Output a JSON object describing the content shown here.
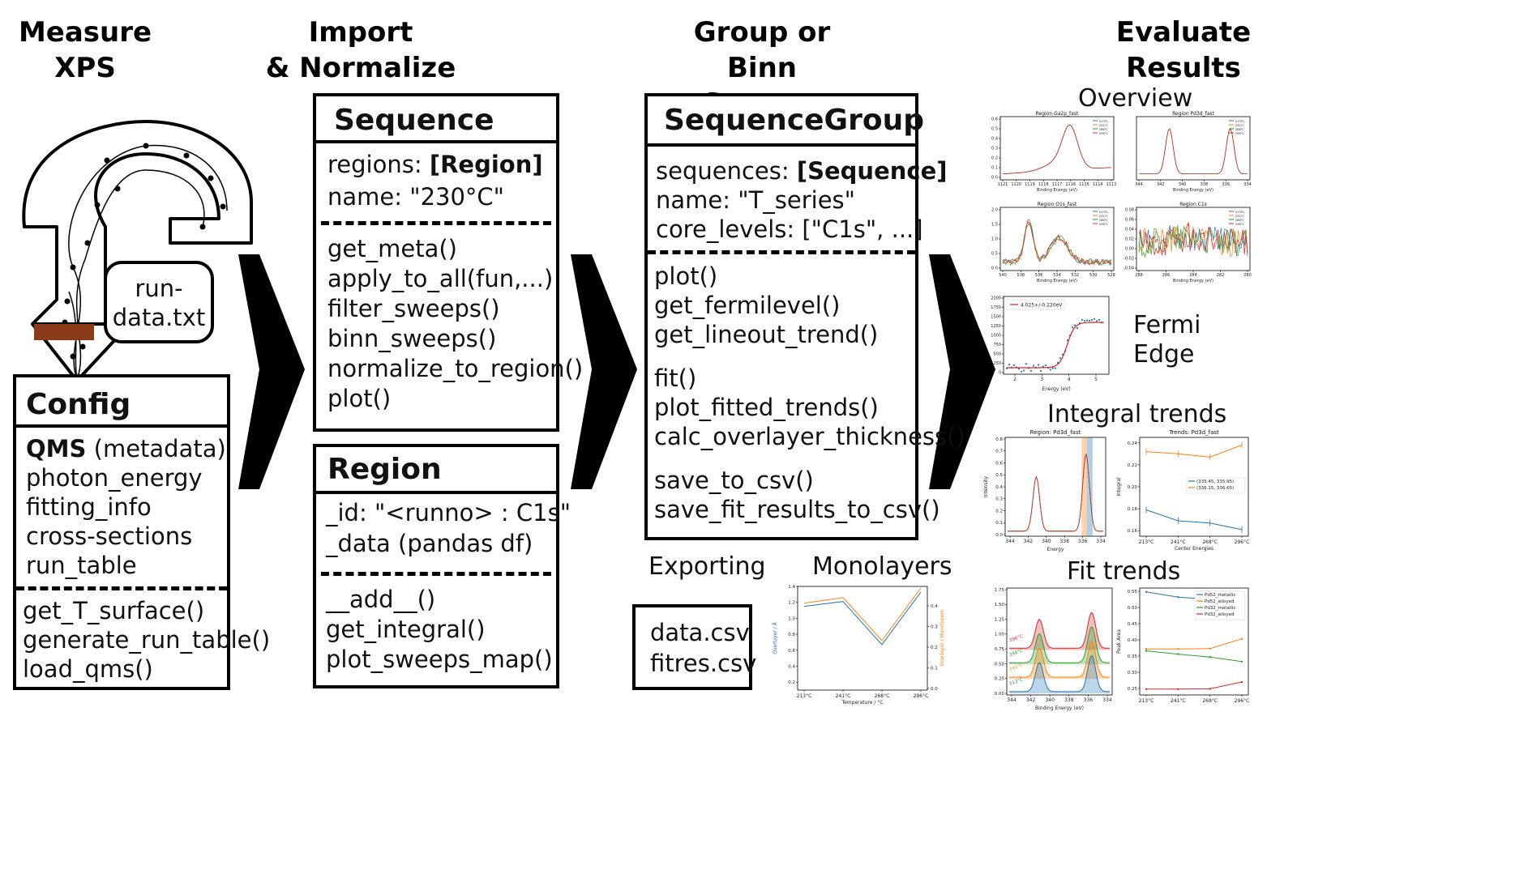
{
  "stages": {
    "measure": [
      "Measure",
      "XPS"
    ],
    "import": [
      "Import",
      "& Normalize"
    ],
    "group": [
      "Group or",
      "Binn Sweeps"
    ],
    "evaluate": [
      "Evaluate",
      "Results"
    ]
  },
  "run_file": [
    "run-",
    "data.txt"
  ],
  "config": {
    "title": "Config",
    "attrs": [
      {
        "bold": "QMS",
        "rest": " (metadata)"
      },
      {
        "bold": "",
        "rest": "photon_energy"
      },
      {
        "bold": "",
        "rest": "fitting_info"
      },
      {
        "bold": "",
        "rest": "cross-sections"
      },
      {
        "bold": "",
        "rest": "run_table"
      }
    ],
    "methods": [
      "get_T_surface()",
      "generate_run_table()",
      "load_qms()"
    ]
  },
  "sequence": {
    "title": "Sequence",
    "attrs": [
      {
        "label": "regions: ",
        "bold": "[Region]"
      },
      {
        "label": "name: \"230°C\"",
        "bold": ""
      }
    ],
    "methods": [
      "get_meta()",
      "apply_to_all(fun,...)",
      "filter_sweeps()",
      "binn_sweeps()",
      "normalize_to_region()",
      "plot()"
    ]
  },
  "region": {
    "title": "Region",
    "attrs": [
      "_id: \"<runno> : C1s\"",
      "_data (pandas df)"
    ],
    "methods": [
      "__add__()",
      "get_integral()",
      "plot_sweeps_map()"
    ]
  },
  "sequence_group": {
    "title": "SequenceGroup",
    "attrs": [
      {
        "label": "sequences: ",
        "bold": "[Sequence]"
      },
      {
        "label": "name: \"T_series\"",
        "bold": ""
      },
      {
        "label": "core_levels: [\"C1s\", ...]",
        "bold": ""
      }
    ],
    "methods_a": [
      "plot()",
      "get_fermilevel()",
      "get_lineout_trend()"
    ],
    "methods_b": [
      "fit()",
      "plot_fitted_trends()",
      "calc_overlayer_thickness()"
    ],
    "methods_c": [
      "save_to_csv()",
      "save_fit_results_to_csv()"
    ]
  },
  "exporting": {
    "title": "Exporting",
    "files": [
      "data.csv",
      "fitres.csv"
    ]
  },
  "results": {
    "overview": "Overview",
    "fermi": [
      "Fermi",
      "Edge"
    ],
    "integral": "Integral trends",
    "fit": "Fit trends",
    "monolayers": "Monolayers"
  },
  "overview_panels": [
    {
      "title": "Region Ga2p_fast",
      "xticks": [
        "1121",
        "1120",
        "1119",
        "1118",
        "1117",
        "1116",
        "1115",
        "1114",
        "1113"
      ],
      "yticks": [
        "0.0",
        "0.1",
        "0.2",
        "0.3",
        "0.4",
        "0.5",
        "0.6"
      ],
      "xlabel": "Binding Energy (eV)"
    },
    {
      "title": "Region Pd3d_fast",
      "xticks": [
        "344",
        "342",
        "340",
        "338",
        "336",
        "334"
      ],
      "yticks": [],
      "xlabel": "Binding Energy (eV)"
    },
    {
      "title": "Region O1s_fast",
      "xticks": [
        "540",
        "538",
        "536",
        "534",
        "532",
        "530",
        "528"
      ],
      "yticks": [
        "0.0",
        "0.5",
        "1.0",
        "1.5",
        "2.0"
      ],
      "xlabel": "Binding Energy (eV)"
    },
    {
      "title": "Region C1s",
      "xticks": [
        "288",
        "286",
        "284",
        "282",
        "280"
      ],
      "yticks": [
        "-0.04",
        "-0.02",
        "0.00",
        "0.02",
        "0.04",
        "0.06",
        "0.08"
      ],
      "xlabel": "Binding Energy (eV)"
    }
  ],
  "overview_legend": [
    "213°C",
    "241°C",
    "268°C",
    "296°C"
  ],
  "fermi_chart": {
    "legend": "4.025+/-0.220eV",
    "xlabel": "Energy (eV)",
    "xticks": [
      "2",
      "3",
      "4",
      "5"
    ],
    "yticks": [
      "0",
      "250",
      "500",
      "750",
      "1000",
      "1250",
      "1500",
      "1750",
      "2000"
    ]
  },
  "integral_left": {
    "title": "Region: Pd3d_fast",
    "xlabel": "Energy",
    "ylabel": "Intensity",
    "xticks": [
      "344",
      "342",
      "340",
      "338",
      "336",
      "334"
    ],
    "yticks": [
      "0.0",
      "0.1",
      "0.2",
      "0.3",
      "0.4",
      "0.5",
      "0.6",
      "0.7",
      "0.8"
    ]
  },
  "chart_data": [
    {
      "type": "line",
      "title": "Trends: Pd3d_fast",
      "xlabel": "Center Energies",
      "ylabel": "Integral",
      "categories": [
        "213°C",
        "241°C",
        "268°C",
        "296°C"
      ],
      "yticks": [
        "0.16",
        "0.18",
        "0.20",
        "0.22",
        "0.24"
      ],
      "ylim": [
        0.155,
        0.245
      ],
      "series": [
        {
          "name": "(335.45, 335.95)",
          "values": [
            0.179,
            0.169,
            0.167,
            0.161
          ],
          "color": "#1f77b4"
        },
        {
          "name": "(336.15, 336.65)",
          "values": [
            0.232,
            0.23,
            0.227,
            0.238
          ],
          "color": "#ff7f0e"
        }
      ]
    },
    {
      "type": "line",
      "title": "",
      "xlabel": "Temperature / °C",
      "ylabel": "Overlayer / Å",
      "ylabel2": "Overlayer / Monolayers",
      "categories": [
        "213°C",
        "241°C",
        "268°C",
        "296°C"
      ],
      "yticks": [
        "0.2",
        "0.4",
        "0.6",
        "0.8",
        "1.0",
        "1.2",
        "1.4"
      ],
      "yticks2": [
        "0.0",
        "0.1",
        "0.2",
        "0.3",
        "0.4"
      ],
      "ylim": [
        0.1,
        1.4
      ],
      "series": [
        {
          "name": "",
          "values": [
            1.15,
            1.21,
            0.67,
            1.33
          ],
          "color": "#1f77b4"
        },
        {
          "name": "",
          "values": [
            1.19,
            1.26,
            0.72,
            1.38
          ],
          "color": "#ff7f0e"
        }
      ]
    },
    {
      "type": "line",
      "title": "",
      "xlabel": "",
      "ylabel": "Peak Area",
      "categories": [
        "213°C",
        "241°C",
        "268°C",
        "296°C"
      ],
      "yticks": [
        "0.25",
        "0.30",
        "0.35",
        "0.40",
        "0.45",
        "0.50",
        "0.55"
      ],
      "ylim": [
        0.23,
        0.56
      ],
      "series": [
        {
          "name": "Pd52_metallic",
          "values": [
            0.548,
            0.532,
            0.525,
            0.512
          ],
          "color": "#1f77b4"
        },
        {
          "name": "Pd52_alloyed",
          "values": [
            0.372,
            0.372,
            0.373,
            0.403
          ],
          "color": "#ff7f0e"
        },
        {
          "name": "Pd32_metallic",
          "values": [
            0.366,
            0.356,
            0.347,
            0.333
          ],
          "color": "#2ca02c"
        },
        {
          "name": "Pd32_alloyed",
          "values": [
            0.248,
            0.248,
            0.249,
            0.27
          ],
          "color": "#d62728"
        }
      ]
    }
  ],
  "fit_left": {
    "xlabel": "Binding Energy (eV)",
    "ylabel": "",
    "xticks": [
      "344",
      "342",
      "340",
      "338",
      "336",
      "334"
    ],
    "yticks": [
      "0.00",
      "0.25",
      "0.50",
      "0.75",
      "1.00",
      "1.25",
      "1.50",
      "1.75"
    ],
    "labels": [
      "296°C",
      "268°C",
      "241°C",
      "213°C"
    ]
  },
  "colors": {
    "blue": "#1f77b4",
    "orange": "#ff7f0e",
    "green": "#2ca02c",
    "red": "#d62728",
    "brown": "#8b3a1a"
  }
}
